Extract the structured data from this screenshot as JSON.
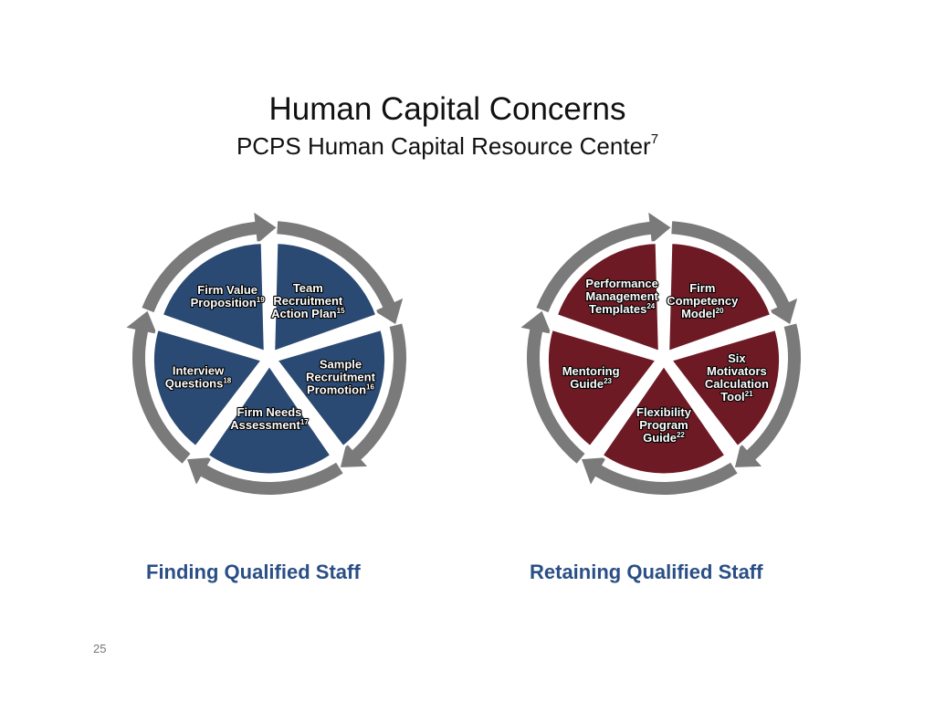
{
  "title": "Human Capital Concerns",
  "subtitle": "PCPS Human Capital Resource Center",
  "subtitle_ref": "7",
  "colors": {
    "finding": "#2b4a73",
    "retaining": "#6e1a24",
    "arrows": "#7a7a7a",
    "caption": "#2a4f85"
  },
  "finding": {
    "caption": "Finding Qualified Staff",
    "segments": [
      {
        "lines": [
          "Team",
          "Recruitment",
          "Action Plan"
        ],
        "ref": "15"
      },
      {
        "lines": [
          "Sample",
          "Recruitment",
          "Promotion"
        ],
        "ref": "16"
      },
      {
        "lines": [
          "Firm Needs",
          "Assessment",
          ""
        ],
        "ref": "17"
      },
      {
        "lines": [
          "Interview",
          "Questions"
        ],
        "ref": "18"
      },
      {
        "lines": [
          "Firm Value",
          "Proposition"
        ],
        "ref": "19"
      }
    ]
  },
  "retaining": {
    "caption": "Retaining Qualified Staff",
    "segments": [
      {
        "lines": [
          "Firm",
          "Competency",
          "Model"
        ],
        "ref": "20"
      },
      {
        "lines": [
          "Six",
          "Motivators",
          "Calculation",
          "Tool"
        ],
        "ref": "21"
      },
      {
        "lines": [
          "Flexibility",
          "Program",
          "Guide"
        ],
        "ref": "22"
      },
      {
        "lines": [
          "Mentoring",
          "Guide"
        ],
        "ref": "23"
      },
      {
        "lines": [
          "Performance",
          "Management",
          "Templates"
        ],
        "ref": "24"
      }
    ]
  },
  "page_number": "25"
}
